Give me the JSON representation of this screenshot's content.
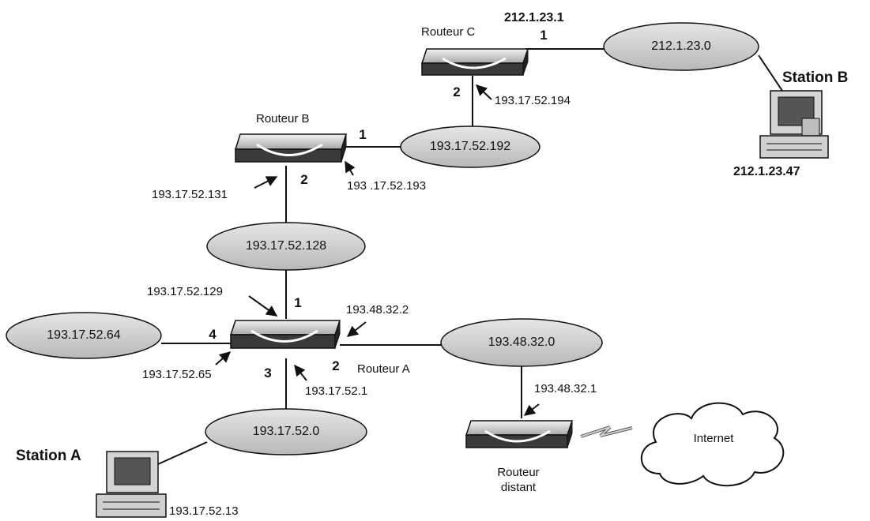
{
  "networks": {
    "n212": "212.1.23.0",
    "n192": "193.17.52.192",
    "n128": "193.17.52.128",
    "n64": "193.17.52.64",
    "n48": "193.48.32.0",
    "n0": "193.17.52.0"
  },
  "routers": {
    "c": {
      "name": "Routeur C",
      "ip_port1": "212.1.23.1",
      "ip_port2": "193.17.52.194",
      "port1": "1",
      "port2": "2"
    },
    "b": {
      "name": "Routeur B",
      "ip_port1": "193 .17.52.193",
      "ip_port2": "193.17.52.131",
      "port1": "1",
      "port2": "2"
    },
    "a": {
      "name": "Routeur A",
      "ip_port1": "193.17.52.129",
      "ip_port2": "193.48.32.2",
      "ip_port3": "193.17.52.1",
      "ip_port4": "193.17.52.65",
      "port1": "1",
      "port2": "2",
      "port3": "3",
      "port4": "4"
    },
    "distant": {
      "name_line1": "Routeur",
      "name_line2": "distant",
      "ip": "193.48.32.1"
    }
  },
  "stations": {
    "a": {
      "name": "Station A",
      "ip": "193.17.52.13"
    },
    "b": {
      "name": "Station B",
      "ip": "212.1.23.47"
    }
  },
  "cloud": {
    "label": "Internet"
  }
}
